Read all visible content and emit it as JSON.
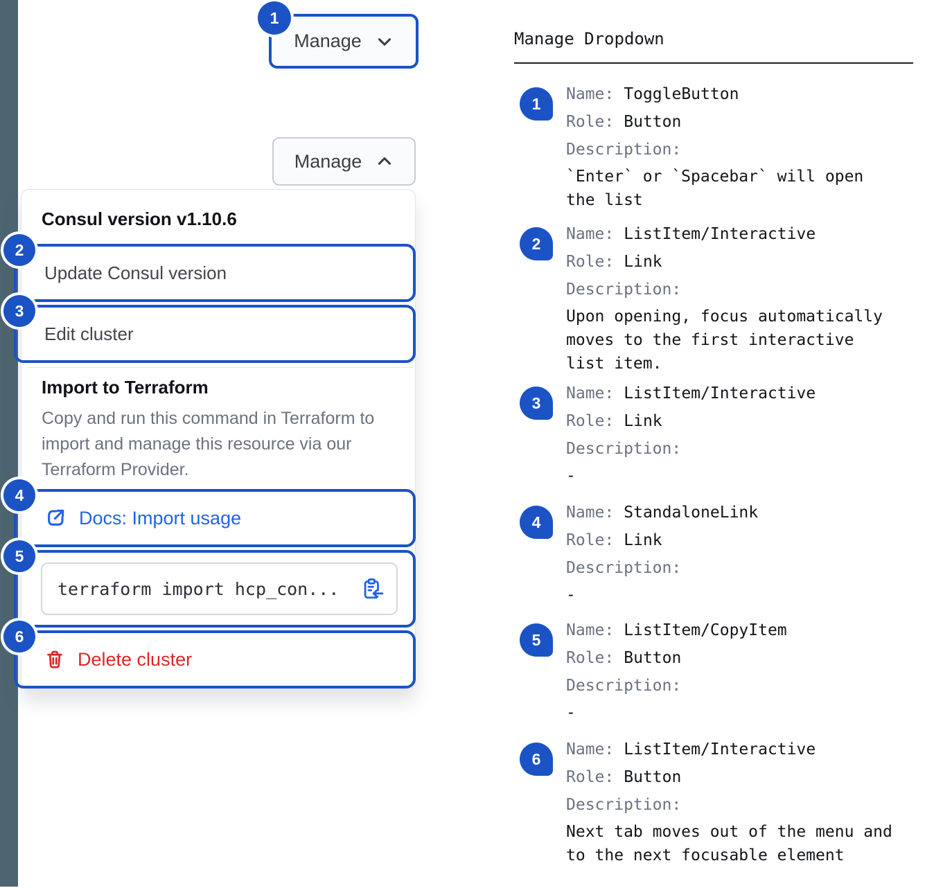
{
  "colors": {
    "annotation_blue": "#1b53c5",
    "link_blue": "#2262e9",
    "danger_red": "#dd2727",
    "sidebar_slate": "#4d6570"
  },
  "icons": {
    "toggle_closed": "chevron-down-icon",
    "toggle_open": "chevron-up-icon",
    "docs_link": "external-link-icon",
    "copy": "clipboard-copy-icon",
    "delete": "trash-icon"
  },
  "manage_closed": {
    "label": "Manage",
    "badge": "1"
  },
  "manage_open": {
    "label": "Manage"
  },
  "dropdown": {
    "version_label": "Consul version v1.10.6",
    "update_item": {
      "badge": "2",
      "label": "Update Consul version"
    },
    "edit_item": {
      "badge": "3",
      "label": "Edit cluster"
    },
    "import_title": "Import to Terraform",
    "import_description": "Copy and run this command in Terraform to import and manage this resource via our Terraform Provider.",
    "docs_link": {
      "badge": "4",
      "label": "Docs: Import usage"
    },
    "copy_command": {
      "badge": "5",
      "code": "terraform import hcp_con..."
    },
    "delete_item": {
      "badge": "6",
      "label": "Delete cluster"
    }
  },
  "annotations": {
    "title": "Manage Dropdown",
    "name_label": "Name:",
    "role_label": "Role:",
    "description_label": "Description:",
    "entries": [
      {
        "badge": "1",
        "name": "ToggleButton",
        "role": "Button",
        "description": "`Enter` or `Spacebar` will open the list"
      },
      {
        "badge": "2",
        "name": "ListItem/Interactive",
        "role": "Link",
        "description": "Upon opening, focus automatically moves to the first interactive list item."
      },
      {
        "badge": "3",
        "name": "ListItem/Interactive",
        "role": "Link",
        "description": "-"
      },
      {
        "badge": "4",
        "name": "StandaloneLink",
        "role": "Link",
        "description": "-"
      },
      {
        "badge": "5",
        "name": "ListItem/CopyItem",
        "role": "Button",
        "description": "-"
      },
      {
        "badge": "6",
        "name": "ListItem/Interactive",
        "role": "Button",
        "description": "Next tab moves out of the menu and to the next focusable element"
      }
    ]
  }
}
